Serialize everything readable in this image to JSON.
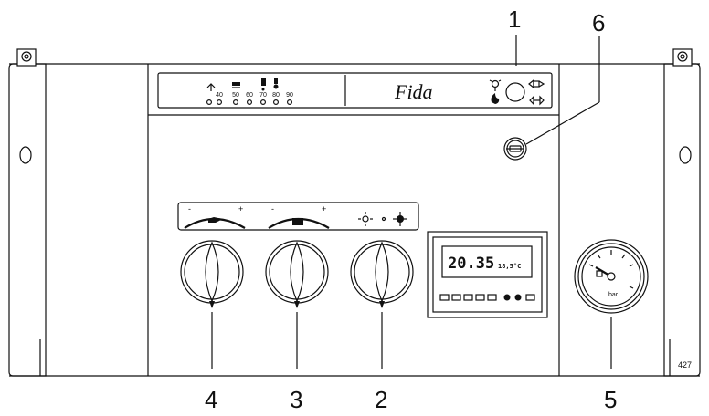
{
  "brand": "Fida",
  "temperature_scale": [
    "40",
    "50",
    "60",
    "70",
    "80",
    "90"
  ],
  "knob_signs": {
    "minus": "-",
    "plus": "+"
  },
  "display": {
    "time": "20.35",
    "temp": "18,5°C"
  },
  "gauge": {
    "unit": "bar"
  },
  "callouts": {
    "c1": "1",
    "c2": "2",
    "c3": "3",
    "c4": "4",
    "c5": "5",
    "c6": "6"
  },
  "figure_number": "427"
}
